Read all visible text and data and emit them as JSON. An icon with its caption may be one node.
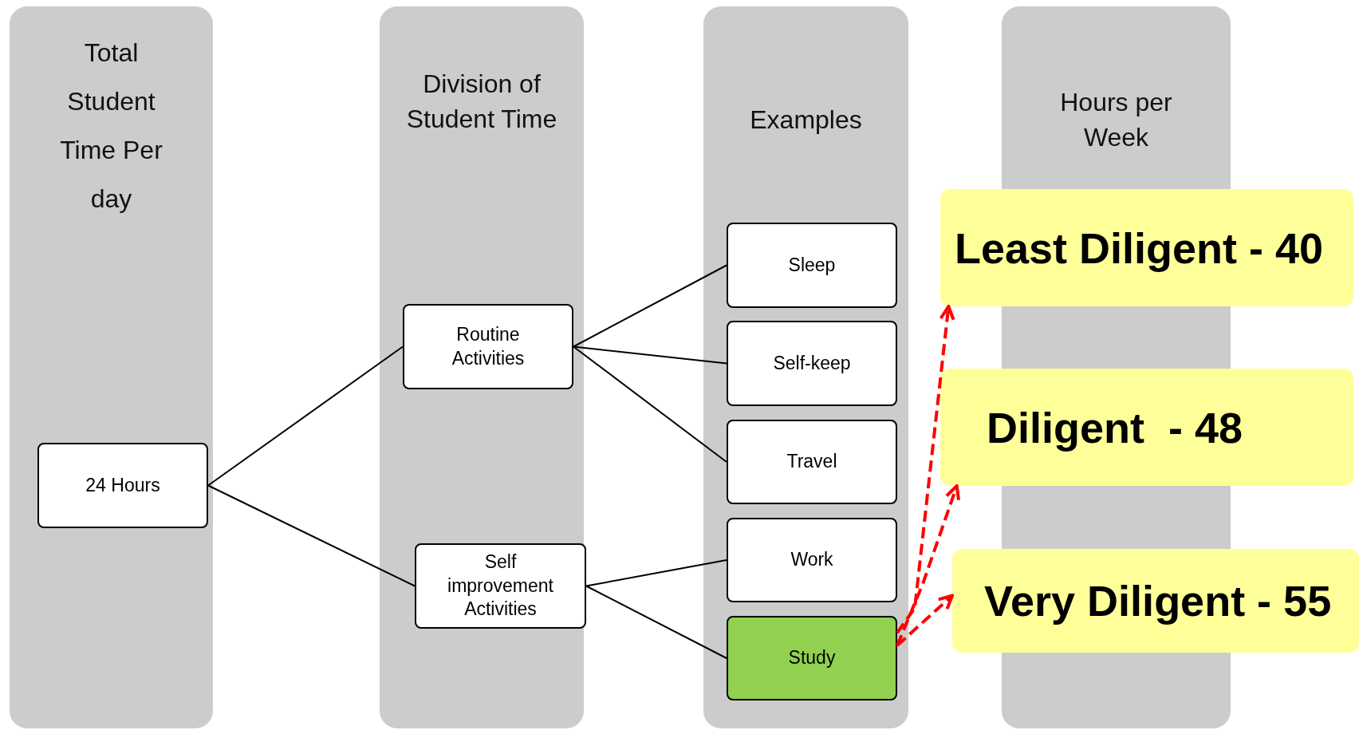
{
  "diagram": {
    "nodes": [
      {
        "text": [
          "Total Student Time Per day"
        ]
      },
      {
        "text": [
          "24 Hours"
        ],
        "in": 0
      },
      {
        "text": [
          "Division of Student Time"
        ]
      },
      {
        "text": [
          "Routine Activities"
        ],
        "in": 2
      },
      {
        "text": [
          "Self improvement Activities"
        ],
        "in": 2
      },
      {
        "text": [
          "Examples"
        ]
      },
      {
        "text": [
          "Sleep"
        ],
        "in": 5
      },
      {
        "text": [
          "Self-keep"
        ],
        "in": 5
      },
      {
        "text": [
          "Travel"
        ],
        "in": 5
      },
      {
        "text": [
          "Work"
        ],
        "in": 5
      },
      {
        "text": [
          "Study"
        ],
        "in": 5
      },
      {
        "text": [
          "Hours per Week"
        ]
      },
      {
        "text": [
          "Least Diligent - 40"
        ]
      },
      {
        "text": [
          "Diligent  - 48"
        ]
      },
      {
        "text": [
          "Very Diligent - 55"
        ]
      }
    ],
    "edges": [
      {
        "from": 1,
        "to": 3,
        "arrow": "none"
      },
      {
        "from": 1,
        "to": 4,
        "arrow": "none"
      },
      {
        "from": 3,
        "to": 6,
        "arrow": "none"
      },
      {
        "from": 3,
        "to": 7,
        "arrow": "none"
      },
      {
        "from": 3,
        "to": 8,
        "arrow": "none"
      },
      {
        "from": 4,
        "to": 9,
        "arrow": "none"
      },
      {
        "from": 4,
        "to": 10,
        "arrow": "none"
      },
      {
        "from": 10,
        "to": 12,
        "arrow": "to",
        "style": "dashed",
        "color": "#ff0000"
      },
      {
        "from": 10,
        "to": 13,
        "arrow": "to",
        "style": "dashed",
        "color": "#ff0000"
      },
      {
        "from": 10,
        "to": 14,
        "arrow": "to",
        "style": "dashed",
        "color": "#ff0000"
      }
    ]
  }
}
